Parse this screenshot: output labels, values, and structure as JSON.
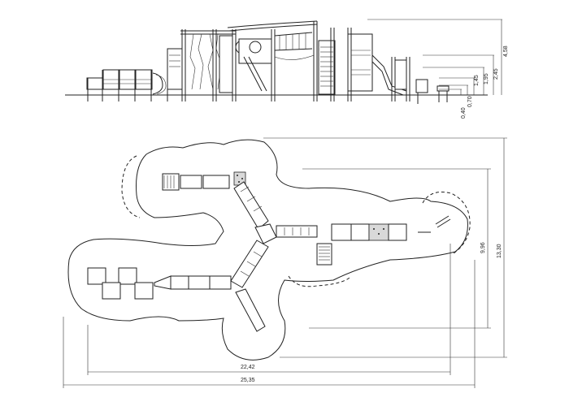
{
  "elevation": {
    "height_labels": [
      "4,58",
      "2,45",
      "1,95",
      "1,45",
      "0,70",
      "0,40"
    ]
  },
  "plan": {
    "width_labels": [
      "22,42",
      "25,35"
    ],
    "depth_labels": [
      "9,96",
      "13,30"
    ]
  }
}
